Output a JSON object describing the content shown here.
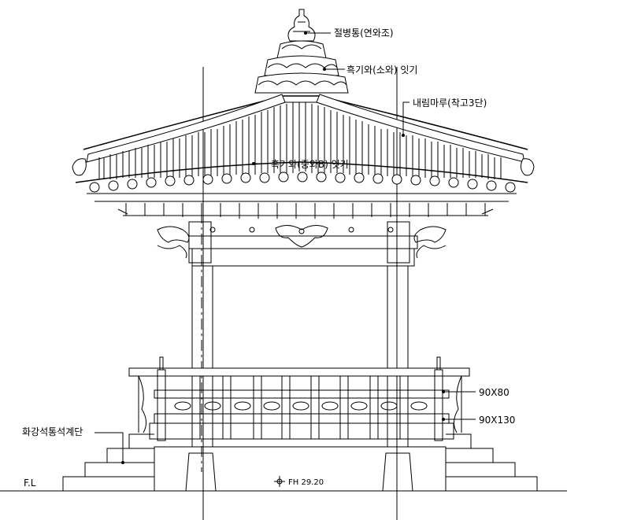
{
  "labels": {
    "finial": "절병통(연와조)",
    "small_tile": "흑기와(소와) 잇기",
    "ridge": "내림마루(착고3단)",
    "medium_tile": "흑기와(중와B) 잇기",
    "rail_upper": "90X80",
    "rail_lower": "90X130",
    "granite_steps": "화강석통석계단",
    "floor_line": "F.L",
    "floor_height": "FH 29.20"
  }
}
